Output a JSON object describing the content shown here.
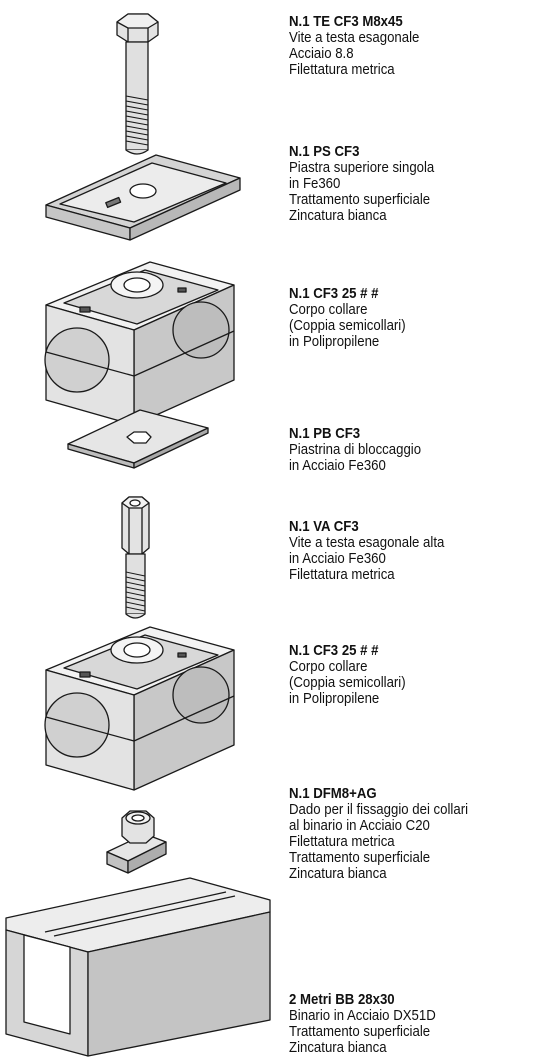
{
  "parts": [
    {
      "code": "N.1 TE CF3 M8x45",
      "lines": [
        "Vite a testa esagonale",
        "Acciaio 8.8",
        "Filettatura metrica"
      ]
    },
    {
      "code": "N.1 PS CF3",
      "lines": [
        "Piastra superiore singola",
        "in Fe360",
        "Trattamento superficiale",
        "Zincatura bianca"
      ]
    },
    {
      "code": "N.1 CF3 25 # #",
      "lines": [
        "Corpo collare",
        "(Coppia semicollari)",
        "in Polipropilene"
      ]
    },
    {
      "code": "N.1 PB CF3",
      "lines": [
        "Piastrina di bloccaggio",
        "in Acciaio Fe360"
      ]
    },
    {
      "code": "N.1 VA CF3",
      "lines": [
        "Vite a testa esagonale alta",
        "in Acciaio Fe360",
        "Filettatura metrica"
      ]
    },
    {
      "code": "N.1 CF3 25 # #",
      "lines": [
        "Corpo collare",
        "(Coppia semicollari)",
        "in Polipropilene"
      ]
    },
    {
      "code": "N.1 DFM8+AG",
      "lines": [
        "Dado per il fissaggio dei collari",
        "al binario in Acciaio C20",
        "Filettatura metrica",
        "Trattamento superficiale",
        "Zincatura bianca"
      ]
    },
    {
      "code": "2 Metri BB 28x30",
      "lines": [
        "Binario in Acciaio DX51D",
        "Trattamento superficiale",
        "Zincatura bianca"
      ]
    }
  ],
  "colors": {
    "part_fill": "#e3e3e3",
    "part_shadow": "#c4c4c4",
    "outline": "#1a1a1a",
    "text": "#111111"
  }
}
